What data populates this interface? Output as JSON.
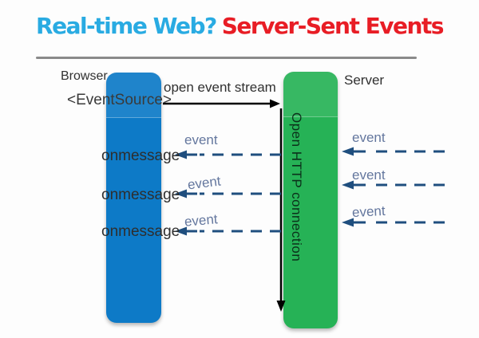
{
  "title": {
    "real_time": "Real-time Web?",
    "sse": "Server-Sent Events"
  },
  "labels": {
    "browser": "Browser",
    "server": "Server",
    "event_source": "<EventSource>",
    "open_event_stream": "open event stream",
    "open_http_connection": "Open HTTP connection"
  },
  "left_rows": [
    {
      "event": "event",
      "handler": "onmessage"
    },
    {
      "event": "event",
      "handler": "onmessage"
    },
    {
      "event": "event",
      "handler": "onmessage"
    }
  ],
  "right_rows": [
    {
      "event": "event"
    },
    {
      "event": "event"
    },
    {
      "event": "event"
    }
  ],
  "colors": {
    "title_blue": "#29abe2",
    "title_red": "#e81d25",
    "browser_column": "#0d7ac7",
    "server_column": "#26b256",
    "dashed_arrow": "#1f4e7e",
    "solid_arrow": "#000000",
    "event_label": "#64779e",
    "label_text": "#303030",
    "divider": "#8a8a8a"
  }
}
